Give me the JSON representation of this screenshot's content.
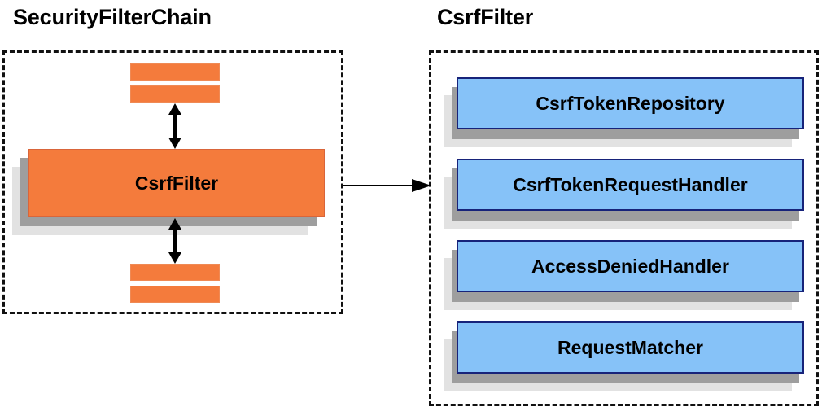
{
  "diagram": {
    "title_left": "SecurityFilterChain",
    "title_right": "CsrfFilter",
    "colors": {
      "orange_fill": "#f47b3c",
      "orange_border": "#ef8a55",
      "blue_fill": "#86c2f8",
      "blue_border": "#17237a",
      "shadow_near": "#9e9e9e",
      "shadow_far": "#e2e2e2",
      "outline_dashed": "#111111",
      "text": "#000000",
      "background": "#ffffff"
    }
  },
  "left_panel": {
    "title": "SecurityFilterChain",
    "highlighted_filter": "CsrfFilter",
    "filters_above_count": 2,
    "filters_below_count": 2,
    "arrow_top_label": "",
    "arrow_bottom_label": ""
  },
  "right_panel": {
    "title": "CsrfFilter",
    "collaborators": [
      {
        "label": "CsrfTokenRepository"
      },
      {
        "label": "CsrfTokenRequestHandler"
      },
      {
        "label": "AccessDeniedHandler"
      },
      {
        "label": "RequestMatcher"
      }
    ]
  },
  "connector": {
    "from": "CsrfFilter",
    "to": "CsrfFilter detail panel",
    "direction": "right"
  }
}
